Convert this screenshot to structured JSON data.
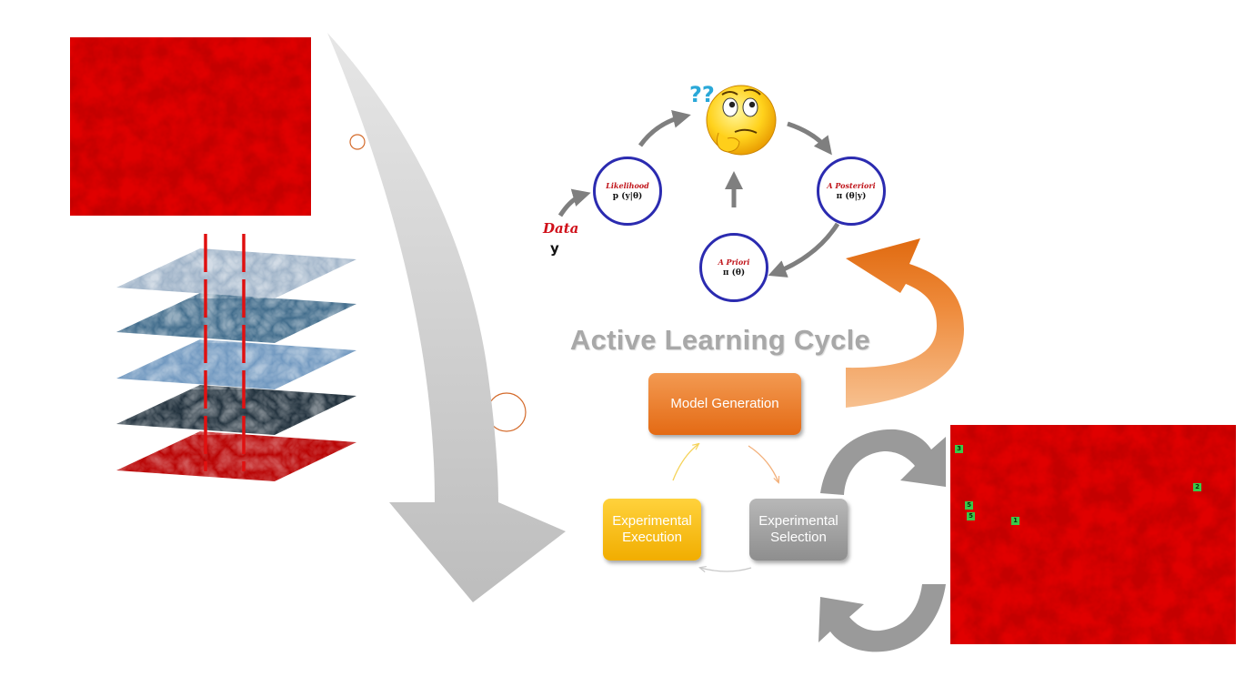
{
  "diagram": {
    "cycle_title": "Active Learning Cycle",
    "boxes": {
      "model": "Model Generation",
      "execution": "Experimental Execution",
      "selection": "Experimental Selection"
    },
    "bayes": {
      "data_label": "Data",
      "data_symbol": "y",
      "likelihood_label": "Likelihood",
      "likelihood_formula": "p (y|θ)",
      "posteriori_label": "A Posteriori",
      "posteriori_formula": "π (θ|y)",
      "priori_label": "A Priori",
      "priori_formula": "π (θ)"
    },
    "question_marks": "??",
    "roi_labels": [
      "3",
      "2",
      "5",
      "5",
      "1"
    ]
  },
  "colors": {
    "model": "#e46a14",
    "execution": "#f1ad00",
    "selection": "#8e8e8e",
    "circle_border": "#2b2bb0",
    "title": "#a8a8a8",
    "fluorescence": "#d40000",
    "roi": "#3ac94a"
  },
  "icons": [
    "thinking-face-icon",
    "question-marks-icon"
  ]
}
